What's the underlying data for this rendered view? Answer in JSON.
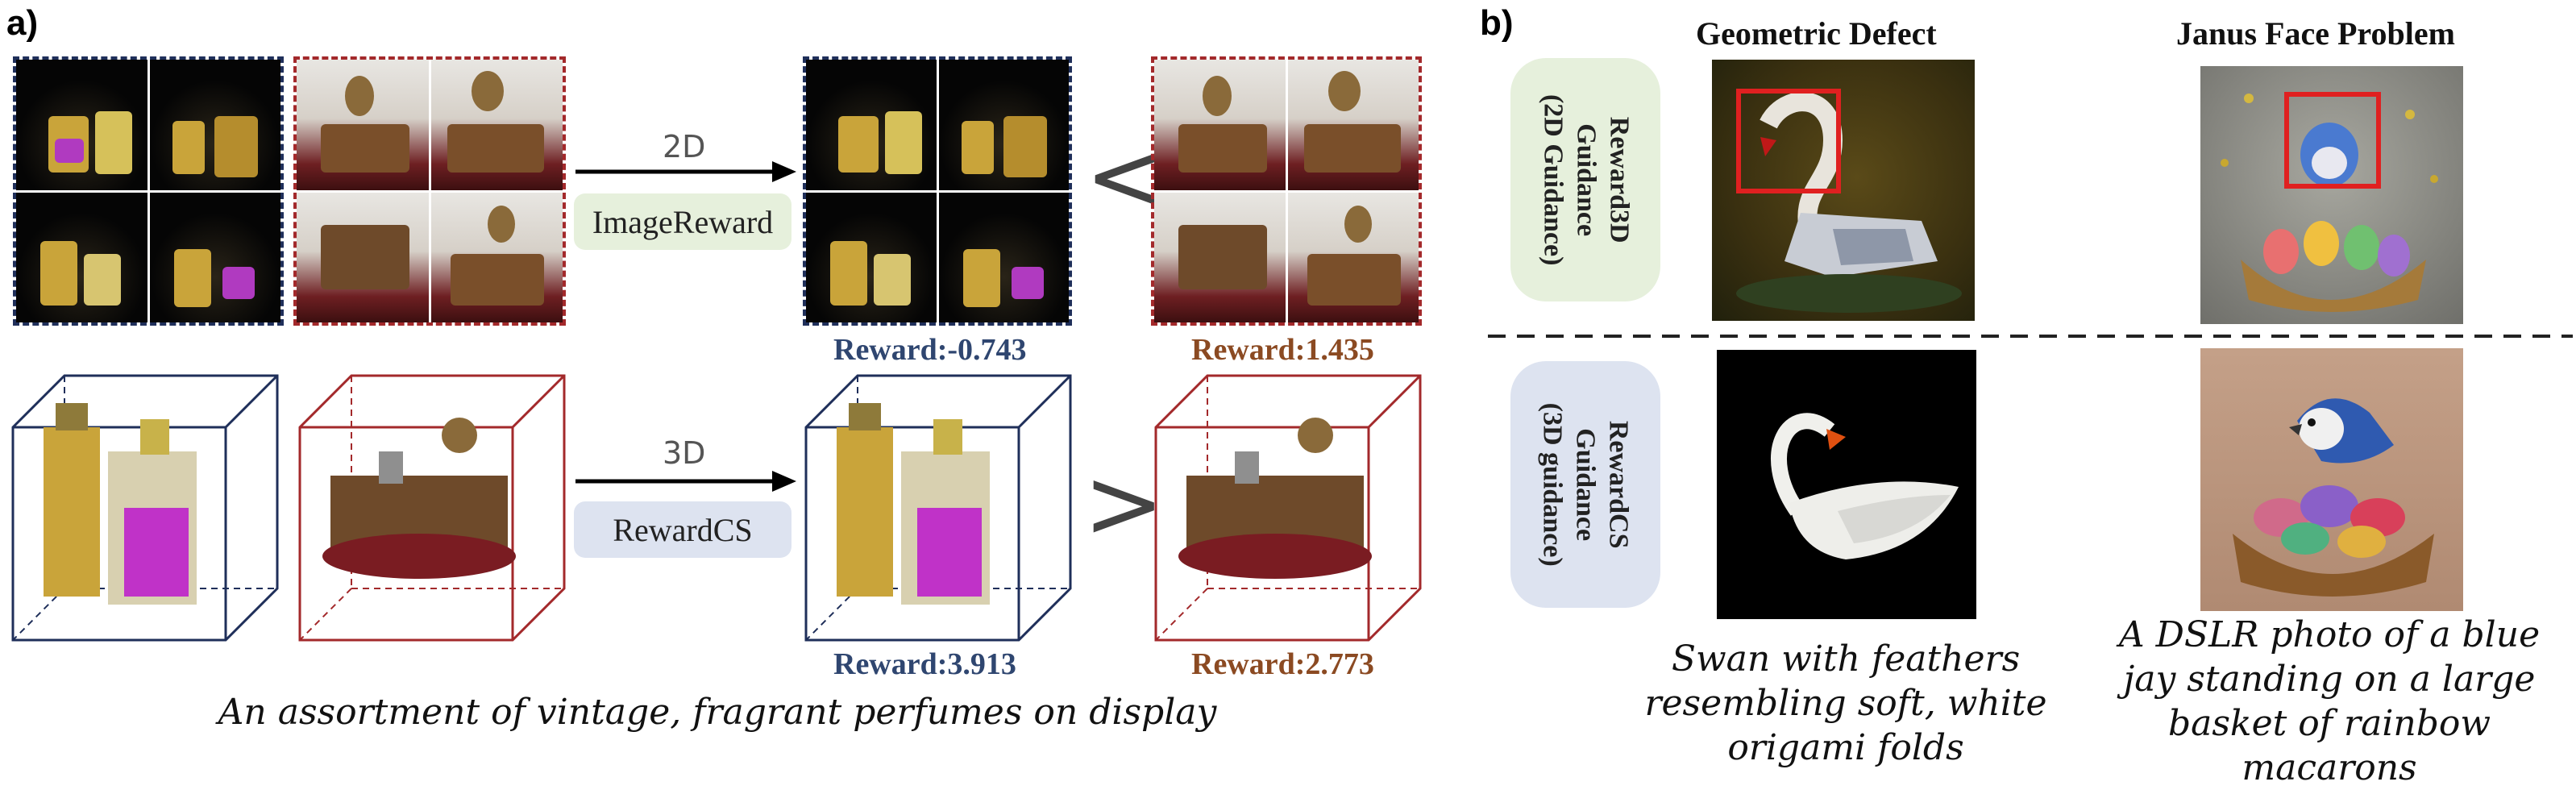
{
  "panel_a": {
    "label": "a)",
    "arrow_2d": {
      "label": "2D",
      "method": "ImageReward",
      "pill_color": "#e6f0dc"
    },
    "arrow_3d": {
      "label": "3D",
      "method": "RewardCS",
      "pill_color": "#dde3f0"
    },
    "compare_2d": "<",
    "compare_3d": ">",
    "rewards": {
      "left_2d": "Reward:-0.743",
      "right_2d": "Reward:1.435",
      "left_3d": "Reward:3.913",
      "right_3d": "Reward:2.773"
    },
    "caption": "An assortment of vintage, fragrant perfumes on display"
  },
  "panel_b": {
    "label": "b)",
    "col1_title": "Geometric Defect",
    "col2_title": "Janus Face Problem",
    "row1_label": "Reward3D\nGuidance\n(2D Guidance)",
    "row2_label": "RewardCS\nGuidance\n(3D guidance)",
    "row1_color": "#e6f0dc",
    "row2_color": "#dde3f0",
    "caption_1": "Swan with feathers resembling soft, white origami folds",
    "caption_2": "A DSLR photo of a blue jay standing on a large basket of rainbow macarons"
  },
  "colors": {
    "blue": "#1f2f5a",
    "red": "#a3292b",
    "highlight": "#e02020"
  }
}
